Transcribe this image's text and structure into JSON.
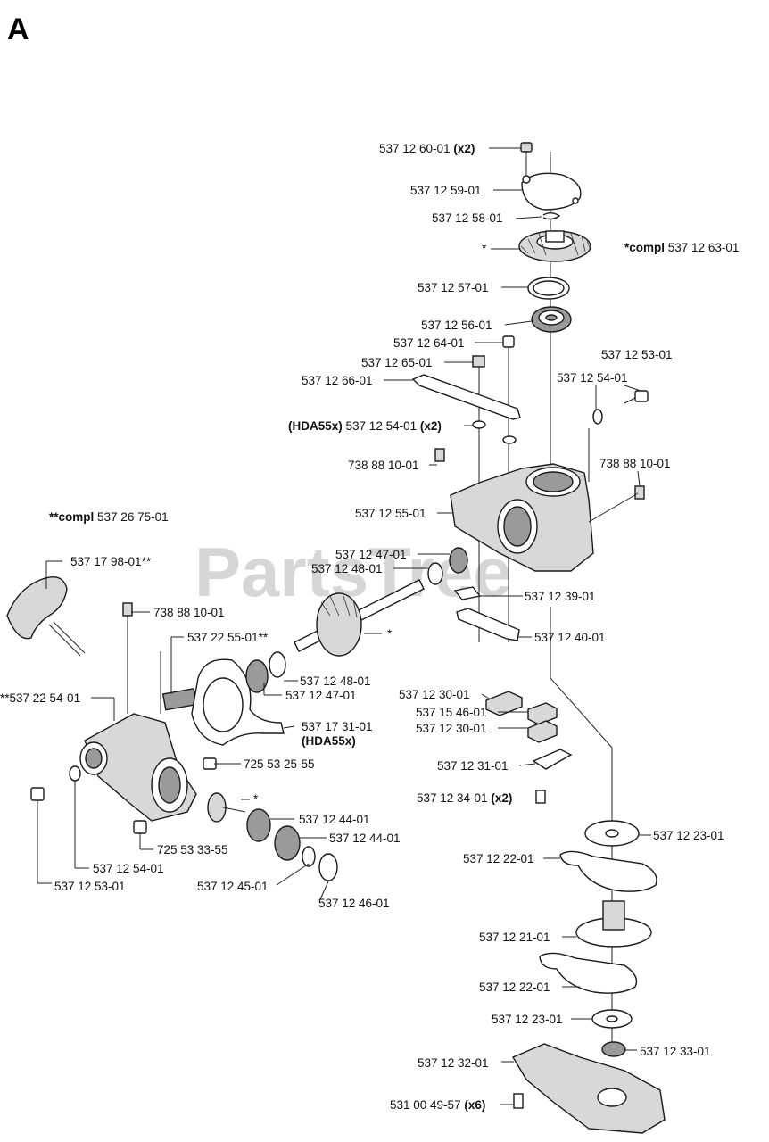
{
  "section_letter": "A",
  "watermark": "PartsTree",
  "labels": {
    "l01": "537 12 60-01",
    "l01q": "(x2)",
    "l02": "537 12 59-01",
    "l03": "537 12 58-01",
    "l04": "*",
    "l05b": "*compl",
    "l05": "537 12 63-01",
    "l06": "537 12 57-01",
    "l07": "537 12 56-01",
    "l08": "537 12 64-01",
    "l09": "537 12 65-01",
    "l10": "537 12 53-01",
    "l11": "537 12 66-01",
    "l12": "537 12 54-01",
    "l13p": "(HDA55x)",
    "l13": "537 12 54-01",
    "l13q": "(x2)",
    "l14": "738 88 10-01",
    "l15": "738 88 10-01",
    "l16": "537 12 55-01",
    "l17b": "**compl",
    "l17": "537 26 75-01",
    "l18": "537 17 98-01**",
    "l19": "537 12 47-01",
    "l20": "537 12 48-01",
    "l21": "537 12 39-01",
    "l22": "738 88 10-01",
    "l23": "537 22 55-01**",
    "l24": "*",
    "l25": "537 12 40-01",
    "l26": "537 12 48-01",
    "l27": "537 12 47-01",
    "l28": "**537 22 54-01",
    "l29": "537 12 30-01",
    "l30": "537 15 46-01",
    "l31": "537 17 31-01",
    "l32": "537 12 30-01",
    "l33": "(HDA55x)",
    "l34": "725 53 25-55",
    "l35": "537 12 31-01",
    "l36": "*",
    "l37": "537 12 34-01",
    "l37q": "(x2)",
    "l38": "537 12 44-01",
    "l39": "537 12 23-01",
    "l40": "537 12 44-01",
    "l41": "725 53 33-55",
    "l42": "537 12 22-01",
    "l43": "537 12 54-01",
    "l44": "537 12 45-01",
    "l45": "537 12 53-01",
    "l46": "537 12 46-01",
    "l47": "537 12 21-01",
    "l48": "537 12 22-01",
    "l49": "537 12 23-01",
    "l50": "537 12 33-01",
    "l51": "537 12 32-01",
    "l52": "531 00 49-57",
    "l52q": "(x6)"
  }
}
